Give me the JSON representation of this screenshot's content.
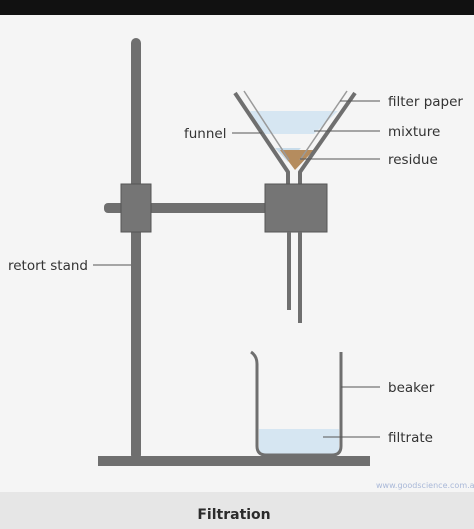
{
  "labels": {
    "filter_paper": "filter paper",
    "funnel": "funnel",
    "mixture": "mixture",
    "residue": "residue",
    "retort_stand": "retort stand",
    "beaker": "beaker",
    "filtrate": "filtrate"
  },
  "caption": "Filtration",
  "watermark": "www.goodscience.com.au",
  "colors": {
    "apparatus": "#6f6f6f",
    "clamp": "#757575",
    "liquid": "#d6e6f2",
    "residue": "#b58c5e",
    "background": "#f5f5f5",
    "caption_bar": "#e6e6e6",
    "top_bar": "#111111"
  }
}
